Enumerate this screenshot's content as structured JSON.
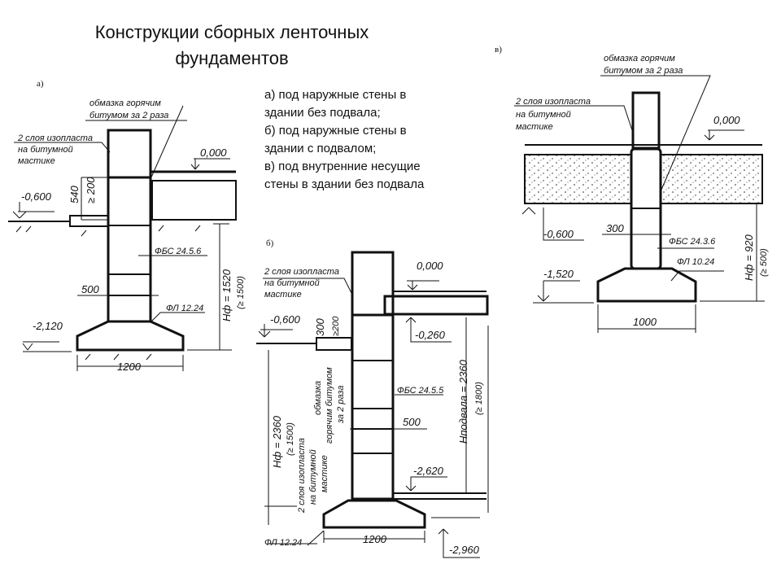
{
  "title": {
    "line1": "Конструкции сборных ленточных",
    "line2": "фундаментов"
  },
  "description": [
    "а) под наружные стены в",
    "здании без подвала;",
    "б) под наружные стены в",
    "здании с подвалом;",
    "в) под внутренние несущие",
    "стены в здании без подвала"
  ],
  "diagram_a": {
    "label": "а)",
    "note_bitumen": [
      "обмазка горячим",
      "битумом за 2 раза"
    ],
    "note_isoplast": [
      "2 слоя изопласта",
      "на битумной",
      "мастике"
    ],
    "mark_floor": "0,000",
    "mark_ground": "-0,600",
    "mark_base": "-2,120",
    "dim_540": "540",
    "dim_200": "≥ 200",
    "block": "ФБС 24.5.6",
    "wall_width": "500",
    "footing": "ФЛ 12.24",
    "footing_width": "1200",
    "height": "Hф = 1520",
    "height_min": "(≥ 1500)"
  },
  "diagram_b": {
    "label": "б)",
    "note_isoplast_top": [
      "2 слоя изопласта",
      "на битумной",
      "мастике"
    ],
    "note_bitumen": [
      "обмазка",
      "горячим битумом",
      "за 2 раза"
    ],
    "note_isoplast_bottom": [
      "2 слоя изопласта",
      "на битумной",
      "мастике"
    ],
    "mark_floor": "0,000",
    "mark_ground": "-0,600",
    "mark_slab": "-0,260",
    "mark_basement": "-2,620",
    "mark_base": "-2,960",
    "dim_300": "300",
    "dim_200": "≥200",
    "block": "ФБС 24.5.5",
    "wall_width": "500",
    "footing": "ФЛ 12.24",
    "footing_width": "1200",
    "height": "Hф = 2360",
    "height_min": "(≥ 1500)",
    "basement_height": "Hподвала = 2360",
    "basement_height_min": "(≥ 1800)"
  },
  "diagram_c": {
    "label": "в)",
    "note_bitumen": [
      "обмазка горячим",
      "битумом за 2 раза"
    ],
    "note_isoplast": [
      "2 слоя изопласта",
      "на битумной",
      "мастике"
    ],
    "mark_floor": "0,000",
    "mark_ground": "-0,600",
    "mark_base": "-1,520",
    "wall_width": "300",
    "block": "ФБС 24.3.6",
    "footing": "ФЛ 10.24",
    "footing_width": "1000",
    "height": "Hф = 920",
    "height_min": "(≥ 500)"
  }
}
